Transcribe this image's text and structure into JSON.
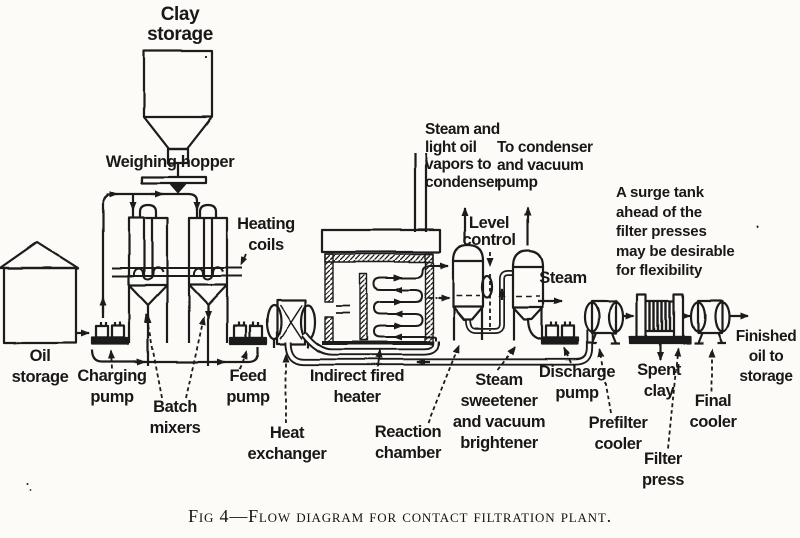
{
  "page": {
    "paper": "#fcfbf8",
    "ink": "#1a1a1a"
  },
  "figure": {
    "caption": "Fig 4—Flow diagram for contact filtration plant."
  },
  "labels": {
    "clay_storage": "Clay\nstorage",
    "weighing_hopper": "Weighing hopper",
    "heating_coils": "Heating\ncoils",
    "oil_storage": "Oil\nstorage",
    "charging_pump": "Charging\npump",
    "batch_mixers": "Batch\nmixers",
    "feed_pump": "Feed\npump",
    "heat_exchanger": "Heat\nexchanger",
    "indirect_heater": "Indirect fired\nheater",
    "reaction_chamber": "Reaction\nchamber",
    "vapors_to_condenser": "Steam and\nlight oil\nvapors to\ncondenser",
    "to_condenser_vacuum": "To condenser\nand vacuum\npump",
    "level_control": "Level\ncontrol",
    "steam": "Steam",
    "steam_sweetener": "Steam\nsweetener\nand vacuum\nbrightener",
    "discharge_pump": "Discharge\npump",
    "prefilter_cooler": "Prefilter\ncooler",
    "spent_clay": "Spent\nclay",
    "filter_press": "Filter\npress",
    "final_cooler": "Final\ncooler",
    "finished_oil": "Finished\noil to\nstorage",
    "surge_note": "A surge tank\nahead of the\nfilter presses\nmay be desirable\nfor flexibility"
  }
}
